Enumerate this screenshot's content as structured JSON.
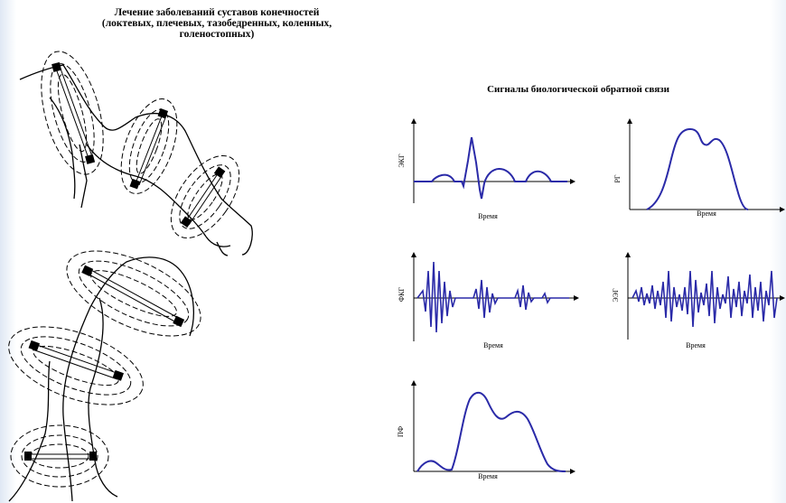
{
  "left_title": {
    "line1": "Лечение заболеваний  суставов конечностей",
    "line2": "(локтевых, плечевых, тазобедренных, коленных,",
    "line3": "голеностопных)"
  },
  "right_title": "Сигналы биологической обратной связи",
  "signals": [
    {
      "ylabel": "ЭКГ",
      "xlabel": "Время"
    },
    {
      "ylabel": "РГ",
      "xlabel": "Время"
    },
    {
      "ylabel": "ФКГ",
      "xlabel": "Время"
    },
    {
      "ylabel": "ЭЭГ",
      "xlabel": "Время"
    },
    {
      "ylabel": "ПФ",
      "xlabel": "Время"
    }
  ],
  "colors": {
    "signal": "#2a2aa8",
    "line": "#000000"
  }
}
